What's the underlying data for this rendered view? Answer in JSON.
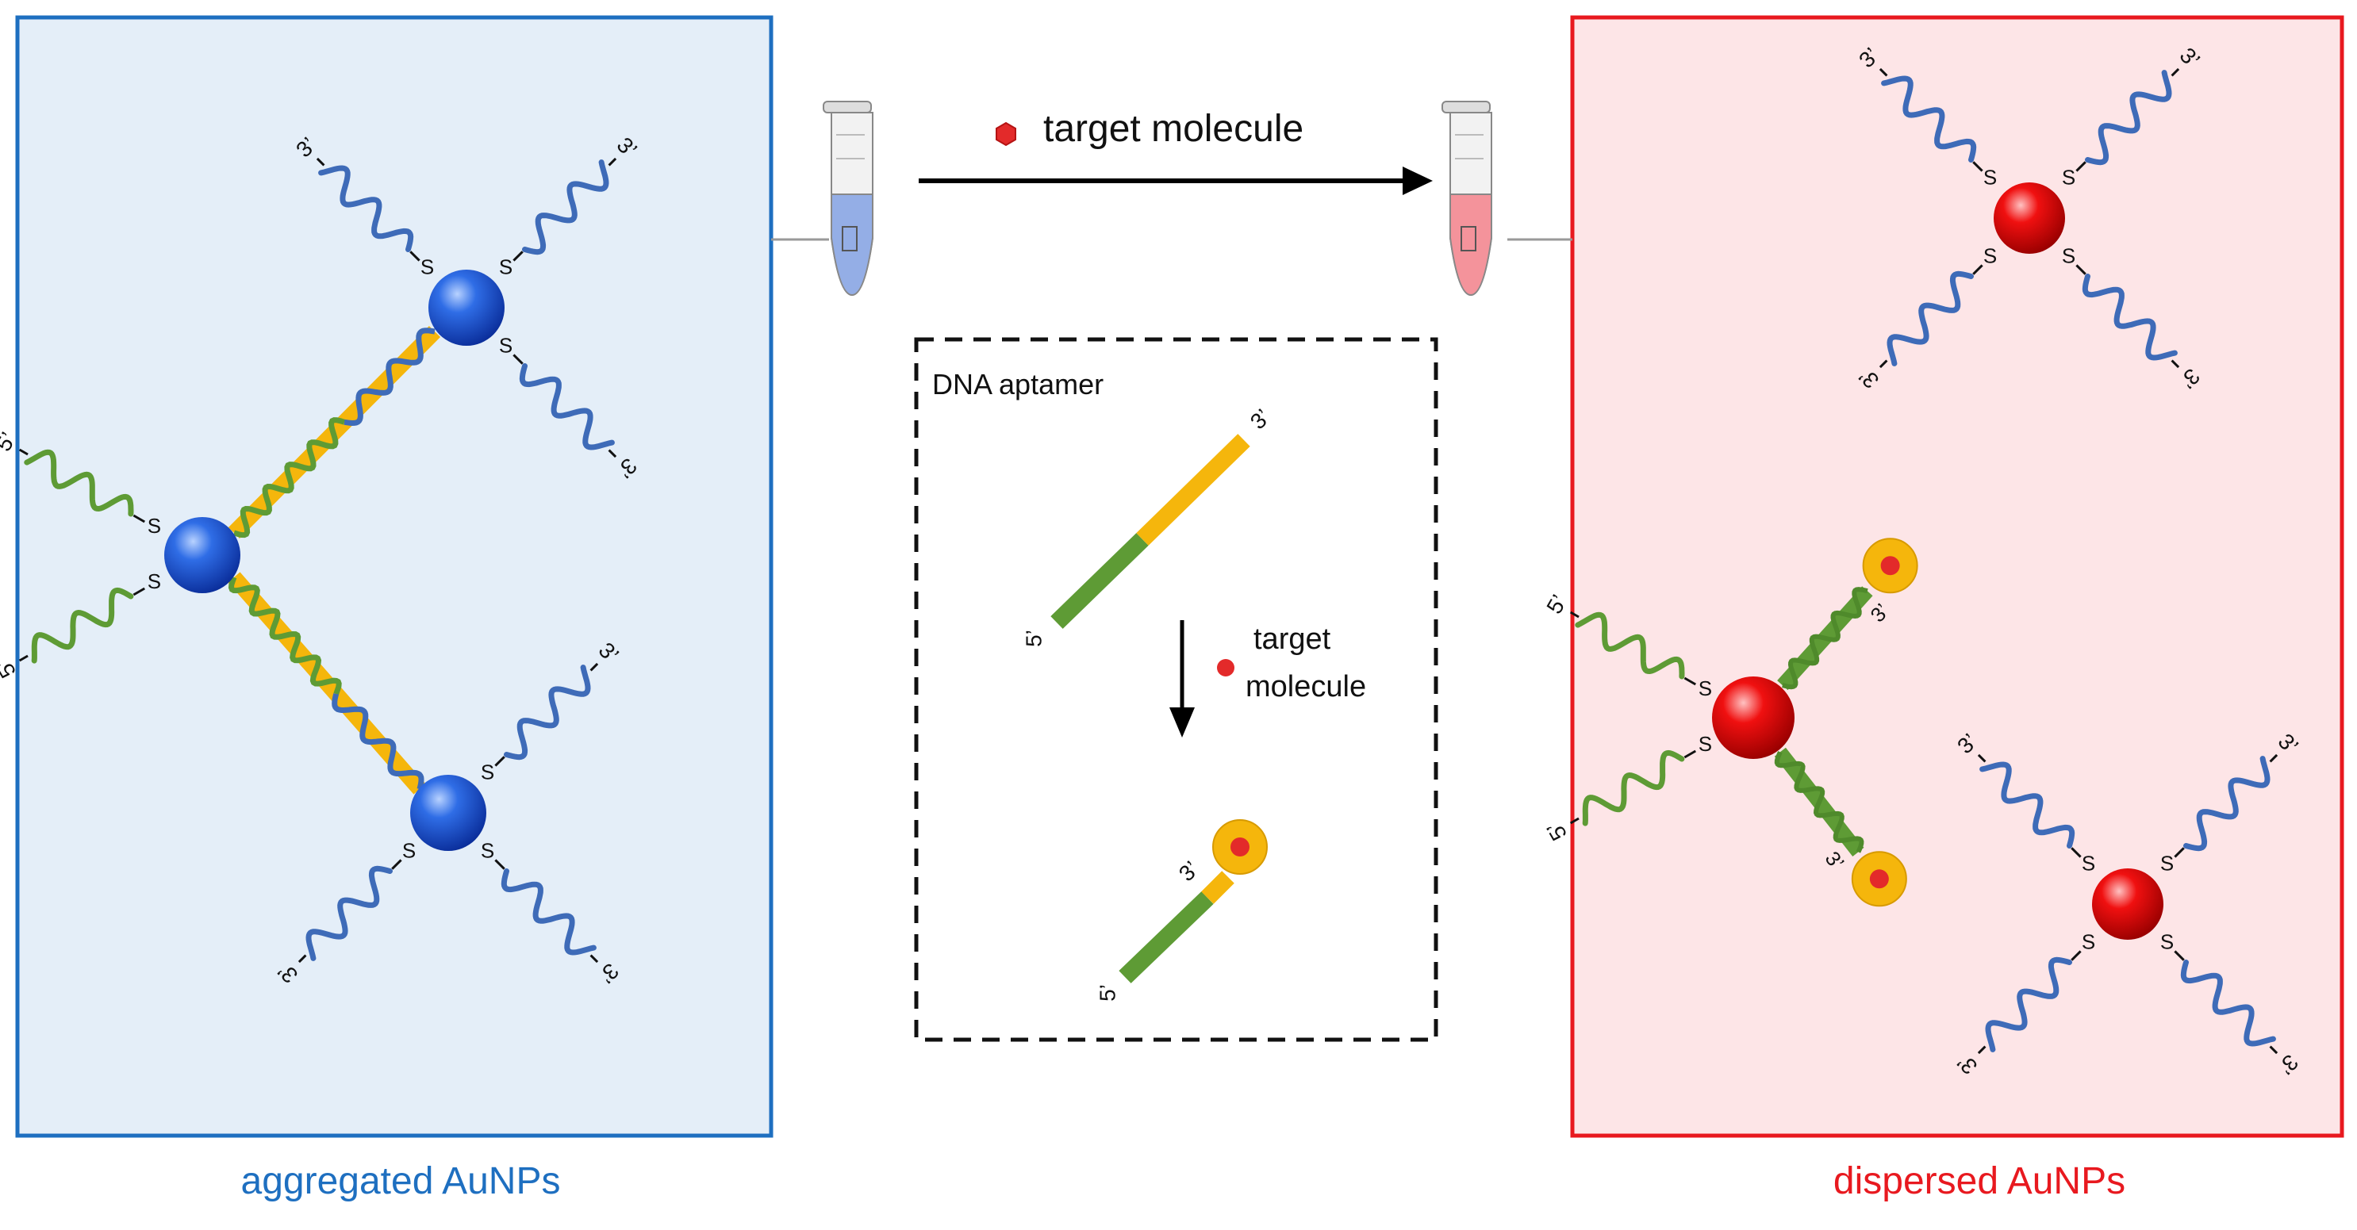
{
  "panels": {
    "left_caption": "aggregated AuNPs",
    "right_caption": "dispersed AuNPs"
  },
  "reaction": {
    "arrow_label": "target molecule"
  },
  "inset": {
    "title": "DNA aptamer",
    "step_label_line1": "target",
    "step_label_line2": "molecule"
  },
  "strand_ends": {
    "three_prime": "3’",
    "five_prime": "5’",
    "linker": "S"
  },
  "colors": {
    "aggregated": "#1e6fc0",
    "dispersed": "#e8191f",
    "aggregated_bg": "#e4eef8",
    "dispersed_bg": "#fde5e7",
    "strand_blue": "#3e6bb8",
    "strand_green": "#5e9b35",
    "aptamer_yellow": "#f5b60c",
    "target_red": "#e32a2a"
  }
}
